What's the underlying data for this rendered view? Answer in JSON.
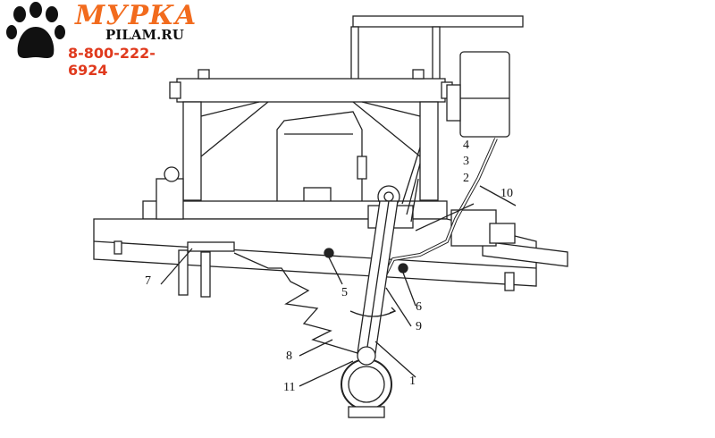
{
  "logo": {
    "brand": "МУРКА",
    "site": "PILAM.RU",
    "phone": "8-800-222-6924",
    "paw_icon": "paw-print-icon"
  },
  "colors": {
    "brand": "#f26b1d",
    "site": "#111111",
    "phone": "#e03a1e",
    "line": "#222222"
  },
  "callouts": [
    "1",
    "2",
    "3",
    "4",
    "5",
    "6",
    "7",
    "8",
    "9",
    "10",
    "11"
  ]
}
